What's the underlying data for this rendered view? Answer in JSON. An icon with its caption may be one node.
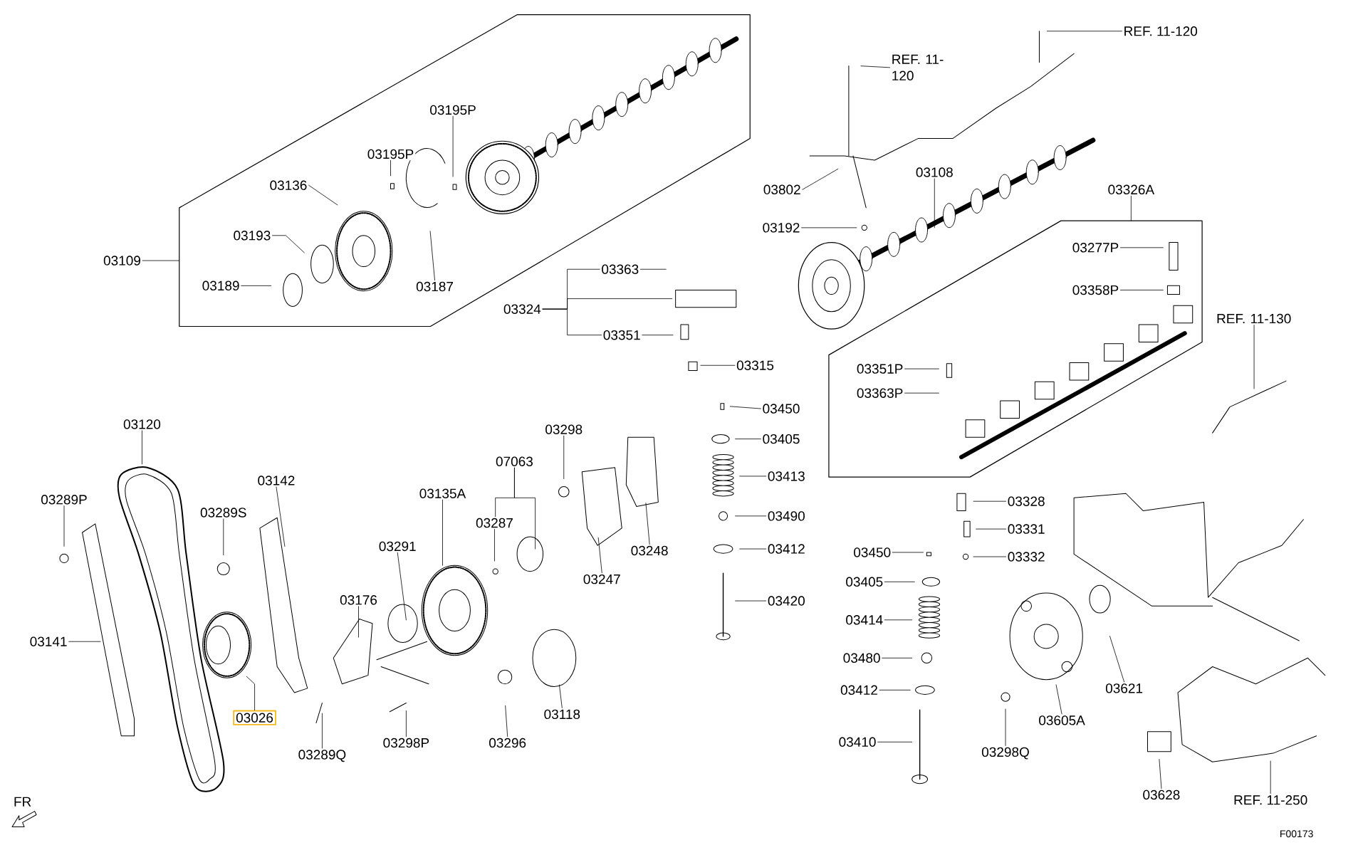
{
  "diagram": {
    "nodes": [
      {
        "text": [],
        "shape": "box"
      },
      {
        "text": [],
        "shape": "box"
      },
      {
        "text": [
          "REF. 11-120"
        ]
      },
      {
        "text": [
          "REF. 11-120"
        ]
      },
      {
        "text": [
          "03195P"
        ],
        "in": 0
      },
      {
        "text": [
          "03195P"
        ],
        "in": 0
      },
      {
        "text": [
          "03136"
        ],
        "in": 0
      },
      {
        "text": [
          "03193"
        ],
        "in": 0
      },
      {
        "text": [
          "03109"
        ]
      },
      {
        "text": [
          "03189"
        ],
        "in": 0
      },
      {
        "text": [
          "03187"
        ],
        "in": 0
      },
      {
        "text": [
          "03802"
        ]
      },
      {
        "text": [
          "03108"
        ]
      },
      {
        "text": [
          "03192"
        ]
      },
      {
        "text": [
          "03326A"
        ]
      },
      {
        "text": [
          "03363"
        ]
      },
      {
        "text": [
          "03324"
        ]
      },
      {
        "text": [
          "03351"
        ]
      },
      {
        "text": [
          "03277P"
        ],
        "in": 1
      },
      {
        "text": [
          "03358P"
        ],
        "in": 1
      },
      {
        "text": [
          "REF. 11-130"
        ]
      },
      {
        "text": [
          "03315"
        ]
      },
      {
        "text": [
          "03351P"
        ],
        "in": 1
      },
      {
        "text": [
          "03363P"
        ],
        "in": 1
      },
      {
        "text": [
          "03450"
        ]
      },
      {
        "text": [
          "03405"
        ]
      },
      {
        "text": [
          "03413"
        ]
      },
      {
        "text": [
          "03490"
        ]
      },
      {
        "text": [
          "03412"
        ]
      },
      {
        "text": [
          "03420"
        ]
      },
      {
        "text": [
          "03120"
        ]
      },
      {
        "text": [
          "03142"
        ]
      },
      {
        "text": [
          "03289P"
        ]
      },
      {
        "text": [
          "03289S"
        ]
      },
      {
        "text": [
          "07063"
        ]
      },
      {
        "text": [
          "03298"
        ]
      },
      {
        "text": [
          "03135A"
        ]
      },
      {
        "text": [
          "03287"
        ]
      },
      {
        "text": [
          "03291"
        ]
      },
      {
        "text": [
          "03248"
        ]
      },
      {
        "text": [
          "03247"
        ]
      },
      {
        "text": [
          "03176"
        ]
      },
      {
        "text": [
          "03141"
        ]
      },
      {
        "text": [
          "03328"
        ]
      },
      {
        "text": [
          "03331"
        ]
      },
      {
        "text": [
          "03332"
        ]
      },
      {
        "text": [
          "03450"
        ]
      },
      {
        "text": [
          "03405"
        ]
      },
      {
        "text": [
          "03414"
        ]
      },
      {
        "text": [
          "03480"
        ]
      },
      {
        "text": [
          "03412"
        ]
      },
      {
        "text": [
          "03410"
        ]
      },
      {
        "text": [
          "03621"
        ]
      },
      {
        "text": [
          "03605A"
        ]
      },
      {
        "text": [
          "03026"
        ]
      },
      {
        "text": [
          "03289Q"
        ]
      },
      {
        "text": [
          "03298P"
        ]
      },
      {
        "text": [
          "03296"
        ]
      },
      {
        "text": [
          "03118"
        ]
      },
      {
        "text": [
          "03298Q"
        ]
      },
      {
        "text": [
          "03628"
        ]
      },
      {
        "text": [
          "REF. 11-250"
        ]
      }
    ],
    "edges": [
      {
        "from": 2,
        "to": null,
        "arrow": "none"
      },
      {
        "from": 3,
        "to": null,
        "arrow": "none"
      },
      {
        "from": 4,
        "to": null,
        "arrow": "none"
      },
      {
        "from": 5,
        "to": null,
        "arrow": "none"
      },
      {
        "from": 6,
        "to": null,
        "arrow": "none"
      },
      {
        "from": 7,
        "to": null,
        "arrow": "none"
      },
      {
        "from": 8,
        "to": 0,
        "arrow": "none"
      },
      {
        "from": 9,
        "to": null,
        "arrow": "none"
      },
      {
        "from": 10,
        "to": null,
        "arrow": "none"
      },
      {
        "from": 11,
        "to": null,
        "arrow": "none"
      },
      {
        "from": 12,
        "to": null,
        "arrow": "none"
      },
      {
        "from": 13,
        "to": null,
        "arrow": "none"
      },
      {
        "from": 14,
        "to": 1,
        "arrow": "none"
      },
      {
        "from": 15,
        "to": null,
        "arrow": "none"
      },
      {
        "from": 16,
        "to": null,
        "arrow": "none"
      },
      {
        "from": 17,
        "to": null,
        "arrow": "none"
      },
      {
        "from": 18,
        "to": null,
        "arrow": "none"
      },
      {
        "from": 19,
        "to": null,
        "arrow": "none"
      },
      {
        "from": 20,
        "to": null,
        "arrow": "none"
      },
      {
        "from": 21,
        "to": null,
        "arrow": "none"
      },
      {
        "from": 22,
        "to": null,
        "arrow": "none"
      },
      {
        "from": 23,
        "to": null,
        "arrow": "none"
      },
      {
        "from": 24,
        "to": null,
        "arrow": "none"
      },
      {
        "from": 25,
        "to": null,
        "arrow": "none"
      },
      {
        "from": 26,
        "to": null,
        "arrow": "none"
      },
      {
        "from": 27,
        "to": null,
        "arrow": "none"
      },
      {
        "from": 28,
        "to": null,
        "arrow": "none"
      },
      {
        "from": 29,
        "to": null,
        "arrow": "none"
      },
      {
        "from": 30,
        "to": null,
        "arrow": "none"
      },
      {
        "from": 31,
        "to": null,
        "arrow": "none"
      },
      {
        "from": 32,
        "to": null,
        "arrow": "none"
      },
      {
        "from": 33,
        "to": null,
        "arrow": "none"
      },
      {
        "from": 34,
        "to": 37,
        "arrow": "none"
      },
      {
        "from": 34,
        "to": null,
        "arrow": "none"
      },
      {
        "from": 35,
        "to": null,
        "arrow": "none"
      },
      {
        "from": 36,
        "to": null,
        "arrow": "none"
      },
      {
        "from": 37,
        "to": null,
        "arrow": "none"
      },
      {
        "from": 38,
        "to": null,
        "arrow": "none"
      },
      {
        "from": 39,
        "to": null,
        "arrow": "none"
      },
      {
        "from": 40,
        "to": null,
        "arrow": "none"
      },
      {
        "from": 41,
        "to": null,
        "arrow": "none"
      },
      {
        "from": 42,
        "to": null,
        "arrow": "none"
      },
      {
        "from": 43,
        "to": null,
        "arrow": "none"
      },
      {
        "from": 44,
        "to": null,
        "arrow": "none"
      },
      {
        "from": 45,
        "to": null,
        "arrow": "none"
      },
      {
        "from": 46,
        "to": null,
        "arrow": "none"
      },
      {
        "from": 47,
        "to": null,
        "arrow": "none"
      },
      {
        "from": 48,
        "to": null,
        "arrow": "none"
      },
      {
        "from": 49,
        "to": null,
        "arrow": "none"
      },
      {
        "from": 50,
        "to": null,
        "arrow": "none"
      },
      {
        "from": 51,
        "to": null,
        "arrow": "none"
      },
      {
        "from": 52,
        "to": null,
        "arrow": "none"
      },
      {
        "from": 53,
        "to": null,
        "arrow": "none"
      },
      {
        "from": 54,
        "to": null,
        "arrow": "none"
      },
      {
        "from": 55,
        "to": null,
        "arrow": "none"
      },
      {
        "from": 56,
        "to": null,
        "arrow": "none"
      },
      {
        "from": 57,
        "to": null,
        "arrow": "none"
      },
      {
        "from": 58,
        "to": null,
        "arrow": "none"
      },
      {
        "from": 59,
        "to": null,
        "arrow": "none"
      },
      {
        "from": 60,
        "to": null,
        "arrow": "none"
      },
      {
        "from": 61,
        "to": null,
        "arrow": "none"
      },
      {
        "from": 16,
        "to": 15,
        "arrow": "none"
      },
      {
        "from": 16,
        "to": 17,
        "arrow": "none"
      }
    ],
    "labels": [
      "FR",
      "F00173"
    ]
  }
}
